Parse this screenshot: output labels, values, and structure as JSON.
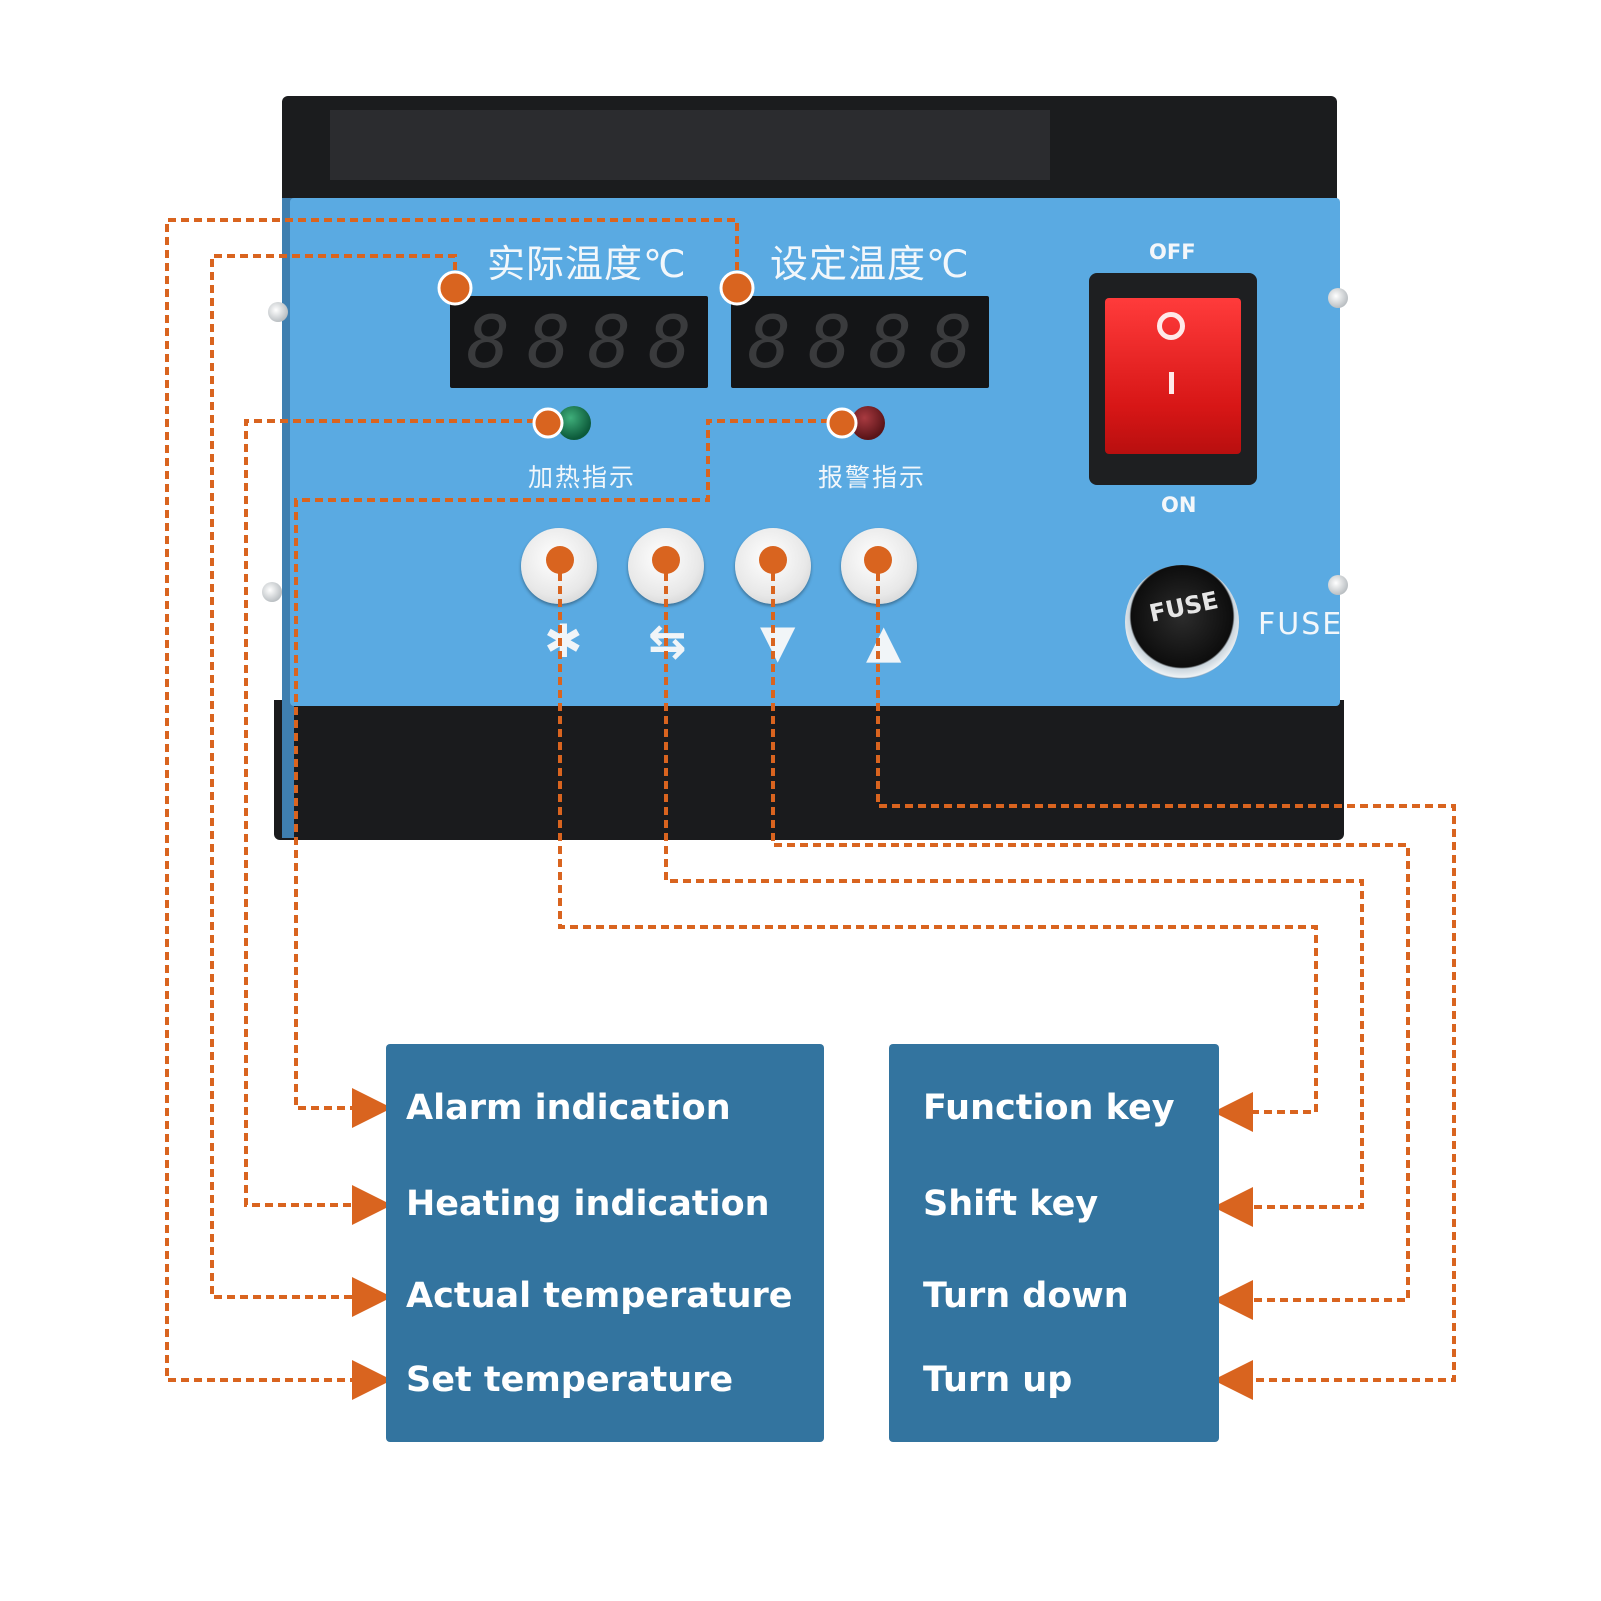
{
  "panel": {
    "actual_temp_label": "实际温度℃",
    "set_temp_label": "设定温度℃",
    "heating_label": "加热指示",
    "alarm_label": "报警指示",
    "off_label": "OFF",
    "on_label": "ON",
    "fuse_cap_text": "FUSE",
    "fuse_label": "FUSE",
    "actual_display_digits": [
      "8",
      "8",
      "8",
      "8"
    ],
    "set_display_digits": [
      "8",
      "8",
      "8",
      "8"
    ],
    "button_symbols": [
      "✱",
      "⇆",
      "▼",
      "▲"
    ],
    "heating_led_color": "#0c5a3a",
    "alarm_led_color": "#5a1418"
  },
  "legend_left": {
    "items": [
      "Alarm indication",
      "Heating indication",
      "Actual temperature",
      "Set temperature"
    ]
  },
  "legend_right": {
    "items": [
      "Function key",
      "Shift key",
      "Turn down",
      "Turn up"
    ]
  },
  "colors": {
    "leader_line": "#d9641f",
    "panel_blue": "#5aaae2",
    "legend_box": "#33749f"
  }
}
